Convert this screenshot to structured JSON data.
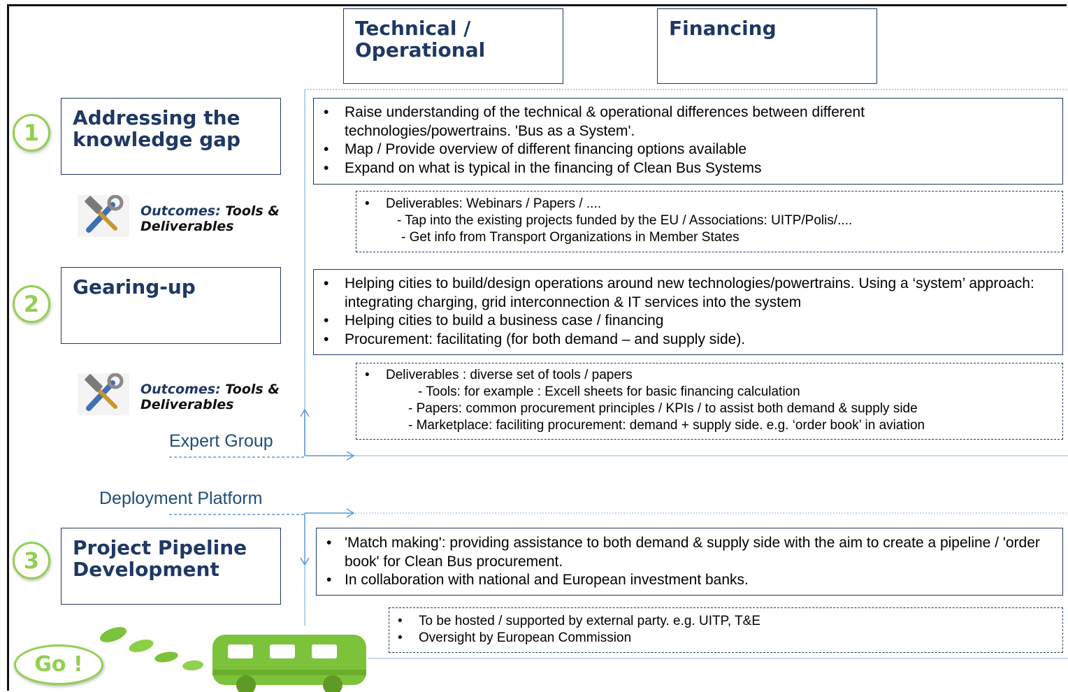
{
  "headers": {
    "technical": "Technical / Operational",
    "financing": "Financing"
  },
  "stages": [
    {
      "number": "1",
      "title": "Addressing the knowledge gap",
      "bullets": [
        "Raise understanding of the technical & operational differences between different technologies/powertrains. 'Bus as a System'.",
        "Map / Provide overview of different financing options available",
        "Expand on what is typical in the financing of Clean Bus Systems"
      ],
      "outcomes_label": "Outcomes:",
      "outcomes_rest": "Tools & Deliverables",
      "deliverables_head": "Deliverables: Webinars / Papers / ....",
      "deliverables_sub": [
        "- Tap into the existing projects funded by the EU / Associations: UITP/Polis/....",
        "- Get info from Transport Organizations in Member States"
      ]
    },
    {
      "number": "2",
      "title": "Gearing-up",
      "bullets": [
        "Helping cities to build/design operations around new technologies/powertrains. Using a ‘system’ approach: integrating charging, grid interconnection & IT services into the system",
        "Helping cities to build a business case / financing",
        "Procurement: facilitating (for both demand – and supply side)."
      ],
      "outcomes_label": "Outcomes:",
      "outcomes_rest": "Tools & Deliverables",
      "deliverables_head": "Deliverables : diverse set of tools / papers",
      "deliverables_sub": [
        "- Tools: for example : Excell sheets for basic financing calculation",
        "- Papers: common procurement principles / KPIs / to assist both demand & supply side",
        "- Marketplace: faciliting procurement: demand + supply side. e.g. ‘order book’ in aviation"
      ]
    },
    {
      "number": "3",
      "title": "Project Pipeline Development",
      "bullets": [
        "'Match making': providing assistance to both demand & supply side with the aim to create a pipeline / 'order book' for Clean Bus procurement.",
        "In collaboration with national and European investment banks."
      ],
      "platform_items": [
        "To be hosted / supported by external party. e.g. UITP, T&E",
        "Oversight by European Commission"
      ]
    }
  ],
  "labels": {
    "expert_group": "Expert Group",
    "deployment_platform": "Deployment Platform",
    "go": "Go !"
  },
  "icons": [
    "tools-icon",
    "leaf-icon",
    "bus-icon"
  ],
  "colors": {
    "navy": "#1f3864",
    "green": "#92d050",
    "label_blue": "#1f4e79",
    "bus_green": "#7cc23a"
  }
}
